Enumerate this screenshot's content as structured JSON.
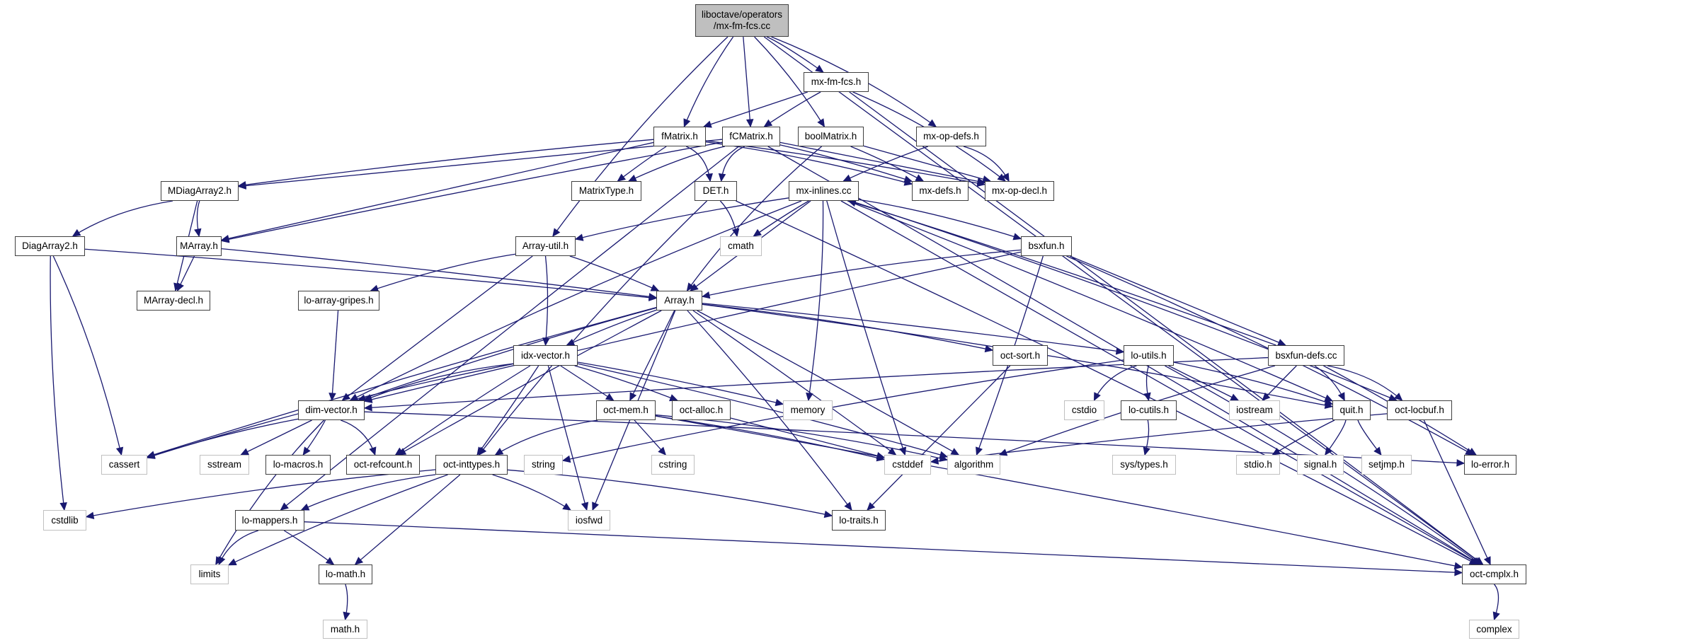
{
  "diagram": {
    "title": "liboctave/operators/mx-fm-fcs.cc include dependency graph",
    "colors": {
      "edge": "#191970",
      "root_fill": "#bfbfbf",
      "documented_border": "#000000",
      "system_border": "#c0c0c0"
    },
    "root": {
      "id": "root",
      "line1": "liboctave/operators",
      "line2": "/mx-fm-fcs.cc"
    },
    "nodes": [
      {
        "id": "mx-fm-fcs.h",
        "label": "mx-fm-fcs.h",
        "kind": "doc"
      },
      {
        "id": "fMatrix.h",
        "label": "fMatrix.h",
        "kind": "doc"
      },
      {
        "id": "fCMatrix.h",
        "label": "fCMatrix.h",
        "kind": "doc"
      },
      {
        "id": "boolMatrix.h",
        "label": "boolMatrix.h",
        "kind": "doc"
      },
      {
        "id": "mx-op-defs.h",
        "label": "mx-op-defs.h",
        "kind": "doc"
      },
      {
        "id": "MDiagArray2.h",
        "label": "MDiagArray2.h",
        "kind": "doc"
      },
      {
        "id": "MatrixType.h",
        "label": "MatrixType.h",
        "kind": "doc"
      },
      {
        "id": "DET.h",
        "label": "DET.h",
        "kind": "doc"
      },
      {
        "id": "mx-inlines.cc",
        "label": "mx-inlines.cc",
        "kind": "doc"
      },
      {
        "id": "mx-defs.h",
        "label": "mx-defs.h",
        "kind": "doc"
      },
      {
        "id": "mx-op-decl.h",
        "label": "mx-op-decl.h",
        "kind": "doc"
      },
      {
        "id": "DiagArray2.h",
        "label": "DiagArray2.h",
        "kind": "doc"
      },
      {
        "id": "MArray.h",
        "label": "MArray.h",
        "kind": "doc"
      },
      {
        "id": "Array-util.h",
        "label": "Array-util.h",
        "kind": "doc"
      },
      {
        "id": "cmath",
        "label": "cmath",
        "kind": "sys"
      },
      {
        "id": "bsxfun.h",
        "label": "bsxfun.h",
        "kind": "doc"
      },
      {
        "id": "MArray-decl.h",
        "label": "MArray-decl.h",
        "kind": "doc"
      },
      {
        "id": "lo-array-gripes.h",
        "label": "lo-array-gripes.h",
        "kind": "doc"
      },
      {
        "id": "Array.h",
        "label": "Array.h",
        "kind": "doc"
      },
      {
        "id": "idx-vector.h",
        "label": "idx-vector.h",
        "kind": "doc"
      },
      {
        "id": "oct-sort.h",
        "label": "oct-sort.h",
        "kind": "doc"
      },
      {
        "id": "lo-utils.h",
        "label": "lo-utils.h",
        "kind": "doc"
      },
      {
        "id": "bsxfun-defs.cc",
        "label": "bsxfun-defs.cc",
        "kind": "doc"
      },
      {
        "id": "dim-vector.h",
        "label": "dim-vector.h",
        "kind": "doc"
      },
      {
        "id": "oct-mem.h",
        "label": "oct-mem.h",
        "kind": "doc"
      },
      {
        "id": "oct-alloc.h",
        "label": "oct-alloc.h",
        "kind": "doc"
      },
      {
        "id": "memory",
        "label": "memory",
        "kind": "sys"
      },
      {
        "id": "cstdio",
        "label": "cstdio",
        "kind": "sys"
      },
      {
        "id": "lo-cutils.h",
        "label": "lo-cutils.h",
        "kind": "doc"
      },
      {
        "id": "iostream",
        "label": "iostream",
        "kind": "sys"
      },
      {
        "id": "quit.h",
        "label": "quit.h",
        "kind": "doc"
      },
      {
        "id": "oct-locbuf.h",
        "label": "oct-locbuf.h",
        "kind": "doc"
      },
      {
        "id": "cassert",
        "label": "cassert",
        "kind": "sys"
      },
      {
        "id": "sstream",
        "label": "sstream",
        "kind": "sys"
      },
      {
        "id": "lo-macros.h",
        "label": "lo-macros.h",
        "kind": "doc"
      },
      {
        "id": "oct-refcount.h",
        "label": "oct-refcount.h",
        "kind": "doc"
      },
      {
        "id": "oct-inttypes.h",
        "label": "oct-inttypes.h",
        "kind": "doc"
      },
      {
        "id": "string",
        "label": "string",
        "kind": "sys"
      },
      {
        "id": "cstring",
        "label": "cstring",
        "kind": "sys"
      },
      {
        "id": "cstddef",
        "label": "cstddef",
        "kind": "sys"
      },
      {
        "id": "algorithm",
        "label": "algorithm",
        "kind": "sys"
      },
      {
        "id": "sys/types.h",
        "label": "sys/types.h",
        "kind": "sys"
      },
      {
        "id": "stdio.h",
        "label": "stdio.h",
        "kind": "sys"
      },
      {
        "id": "signal.h",
        "label": "signal.h",
        "kind": "sys"
      },
      {
        "id": "setjmp.h",
        "label": "setjmp.h",
        "kind": "sys"
      },
      {
        "id": "lo-error.h",
        "label": "lo-error.h",
        "kind": "doc"
      },
      {
        "id": "cstdlib",
        "label": "cstdlib",
        "kind": "sys"
      },
      {
        "id": "lo-mappers.h",
        "label": "lo-mappers.h",
        "kind": "doc"
      },
      {
        "id": "iosfwd",
        "label": "iosfwd",
        "kind": "sys"
      },
      {
        "id": "lo-traits.h",
        "label": "lo-traits.h",
        "kind": "doc"
      },
      {
        "id": "limits",
        "label": "limits",
        "kind": "sys"
      },
      {
        "id": "lo-math.h",
        "label": "lo-math.h",
        "kind": "doc"
      },
      {
        "id": "oct-cmplx.h",
        "label": "oct-cmplx.h",
        "kind": "doc"
      },
      {
        "id": "math.h",
        "label": "math.h",
        "kind": "sys"
      },
      {
        "id": "complex",
        "label": "complex",
        "kind": "sys"
      }
    ],
    "edges": [
      [
        "root",
        "mx-fm-fcs.h"
      ],
      [
        "root",
        "fMatrix.h"
      ],
      [
        "root",
        "fCMatrix.h"
      ],
      [
        "root",
        "boolMatrix.h"
      ],
      [
        "root",
        "mx-op-defs.h"
      ],
      [
        "root",
        "Array-util.h"
      ],
      [
        "root",
        "oct-cmplx.h"
      ],
      [
        "mx-fm-fcs.h",
        "fMatrix.h"
      ],
      [
        "mx-fm-fcs.h",
        "fCMatrix.h"
      ],
      [
        "mx-fm-fcs.h",
        "mx-op-decl.h"
      ],
      [
        "mx-fm-fcs.h",
        "oct-cmplx.h"
      ],
      [
        "fMatrix.h",
        "MDiagArray2.h"
      ],
      [
        "fMatrix.h",
        "MArray.h"
      ],
      [
        "fMatrix.h",
        "MatrixType.h"
      ],
      [
        "fMatrix.h",
        "DET.h"
      ],
      [
        "fMatrix.h",
        "mx-defs.h"
      ],
      [
        "fMatrix.h",
        "mx-op-decl.h"
      ],
      [
        "fCMatrix.h",
        "MDiagArray2.h"
      ],
      [
        "fCMatrix.h",
        "MArray.h"
      ],
      [
        "fCMatrix.h",
        "MatrixType.h"
      ],
      [
        "fCMatrix.h",
        "DET.h"
      ],
      [
        "fCMatrix.h",
        "mx-defs.h"
      ],
      [
        "fCMatrix.h",
        "mx-op-decl.h"
      ],
      [
        "fCMatrix.h",
        "oct-cmplx.h"
      ],
      [
        "fCMatrix.h",
        "lo-mappers.h"
      ],
      [
        "boolMatrix.h",
        "Array.h"
      ],
      [
        "boolMatrix.h",
        "mx-defs.h"
      ],
      [
        "boolMatrix.h",
        "mx-op-decl.h"
      ],
      [
        "mx-op-defs.h",
        "mx-inlines.cc"
      ],
      [
        "mx-op-defs.h",
        "mx-op-decl.h"
      ],
      [
        "MDiagArray2.h",
        "DiagArray2.h"
      ],
      [
        "MDiagArray2.h",
        "MArray.h"
      ],
      [
        "MDiagArray2.h",
        "MArray-decl.h"
      ],
      [
        "DiagArray2.h",
        "Array.h"
      ],
      [
        "DiagArray2.h",
        "cassert"
      ],
      [
        "DiagArray2.h",
        "cstdlib"
      ],
      [
        "MArray.h",
        "Array.h"
      ],
      [
        "MArray.h",
        "MArray-decl.h"
      ],
      [
        "DET.h",
        "cmath"
      ],
      [
        "DET.h",
        "oct-cmplx.h"
      ],
      [
        "DET.h",
        "oct-inttypes.h"
      ],
      [
        "mx-inlines.cc",
        "Array-util.h"
      ],
      [
        "mx-inlines.cc",
        "Array.h"
      ],
      [
        "mx-inlines.cc",
        "cmath"
      ],
      [
        "mx-inlines.cc",
        "memory"
      ],
      [
        "mx-inlines.cc",
        "bsxfun.h"
      ],
      [
        "mx-inlines.cc",
        "cstddef"
      ],
      [
        "mx-inlines.cc",
        "oct-cmplx.h"
      ],
      [
        "mx-inlines.cc",
        "quit.h"
      ],
      [
        "mx-inlines.cc",
        "oct-locbuf.h"
      ],
      [
        "mx-inlines.cc",
        "dim-vector.h"
      ],
      [
        "Array-util.h",
        "Array.h"
      ],
      [
        "Array-util.h",
        "dim-vector.h"
      ],
      [
        "Array-util.h",
        "idx-vector.h"
      ],
      [
        "Array-util.h",
        "lo-array-gripes.h"
      ],
      [
        "bsxfun.h",
        "Array.h"
      ],
      [
        "bsxfun.h",
        "dim-vector.h"
      ],
      [
        "bsxfun.h",
        "bsxfun-defs.cc"
      ],
      [
        "bsxfun.h",
        "algorithm"
      ],
      [
        "bsxfun.h",
        "lo-error.h"
      ],
      [
        "bsxfun-defs.cc",
        "mx-inlines.cc"
      ],
      [
        "bsxfun-defs.cc",
        "dim-vector.h"
      ],
      [
        "bsxfun-defs.cc",
        "iostream"
      ],
      [
        "bsxfun-defs.cc",
        "quit.h"
      ],
      [
        "bsxfun-defs.cc",
        "oct-locbuf.h"
      ],
      [
        "bsxfun-defs.cc",
        "lo-error.h"
      ],
      [
        "bsxfun-defs.cc",
        "algorithm"
      ],
      [
        "lo-array-gripes.h",
        "dim-vector.h"
      ],
      [
        "Array.h",
        "idx-vector.h"
      ],
      [
        "Array.h",
        "dim-vector.h"
      ],
      [
        "Array.h",
        "oct-sort.h"
      ],
      [
        "Array.h",
        "lo-utils.h"
      ],
      [
        "Array.h",
        "oct-mem.h"
      ],
      [
        "Array.h",
        "oct-refcount.h"
      ],
      [
        "Array.h",
        "cassert"
      ],
      [
        "Array.h",
        "cstddef"
      ],
      [
        "Array.h",
        "algorithm"
      ],
      [
        "Array.h",
        "iosfwd"
      ],
      [
        "Array.h",
        "lo-traits.h"
      ],
      [
        "Array.h",
        "quit.h"
      ],
      [
        "idx-vector.h",
        "dim-vector.h"
      ],
      [
        "idx-vector.h",
        "oct-alloc.h"
      ],
      [
        "idx-vector.h",
        "oct-mem.h"
      ],
      [
        "idx-vector.h",
        "oct-inttypes.h"
      ],
      [
        "idx-vector.h",
        "oct-refcount.h"
      ],
      [
        "idx-vector.h",
        "cassert"
      ],
      [
        "idx-vector.h",
        "memory"
      ],
      [
        "idx-vector.h",
        "iosfwd"
      ],
      [
        "idx-vector.h",
        "algorithm"
      ],
      [
        "oct-sort.h",
        "lo-traits.h"
      ],
      [
        "lo-utils.h",
        "cstdio"
      ],
      [
        "lo-utils.h",
        "lo-cutils.h"
      ],
      [
        "lo-utils.h",
        "iostream"
      ],
      [
        "lo-utils.h",
        "quit.h"
      ],
      [
        "lo-utils.h",
        "oct-cmplx.h"
      ],
      [
        "lo-utils.h",
        "string"
      ],
      [
        "dim-vector.h",
        "cassert"
      ],
      [
        "dim-vector.h",
        "sstream"
      ],
      [
        "dim-vector.h",
        "lo-macros.h"
      ],
      [
        "dim-vector.h",
        "oct-refcount.h"
      ],
      [
        "dim-vector.h",
        "limits"
      ],
      [
        "dim-vector.h",
        "lo-error.h"
      ],
      [
        "oct-mem.h",
        "cstring"
      ],
      [
        "oct-mem.h",
        "cstddef"
      ],
      [
        "oct-mem.h",
        "algorithm"
      ],
      [
        "oct-mem.h",
        "oct-inttypes.h"
      ],
      [
        "oct-mem.h",
        "oct-cmplx.h"
      ],
      [
        "oct-alloc.h",
        "cstddef"
      ],
      [
        "quit.h",
        "stdio.h"
      ],
      [
        "quit.h",
        "signal.h"
      ],
      [
        "quit.h",
        "setjmp.h"
      ],
      [
        "oct-locbuf.h",
        "cstddef"
      ],
      [
        "oct-locbuf.h",
        "oct-cmplx.h"
      ],
      [
        "lo-cutils.h",
        "sys/types.h"
      ],
      [
        "oct-inttypes.h",
        "cstdlib"
      ],
      [
        "oct-inttypes.h",
        "lo-mappers.h"
      ],
      [
        "oct-inttypes.h",
        "limits"
      ],
      [
        "oct-inttypes.h",
        "lo-math.h"
      ],
      [
        "oct-inttypes.h",
        "iosfwd"
      ],
      [
        "oct-inttypes.h",
        "lo-traits.h"
      ],
      [
        "lo-mappers.h",
        "limits"
      ],
      [
        "lo-mappers.h",
        "lo-math.h"
      ],
      [
        "lo-mappers.h",
        "oct-cmplx.h"
      ],
      [
        "lo-math.h",
        "math.h"
      ],
      [
        "oct-cmplx.h",
        "complex"
      ]
    ]
  }
}
